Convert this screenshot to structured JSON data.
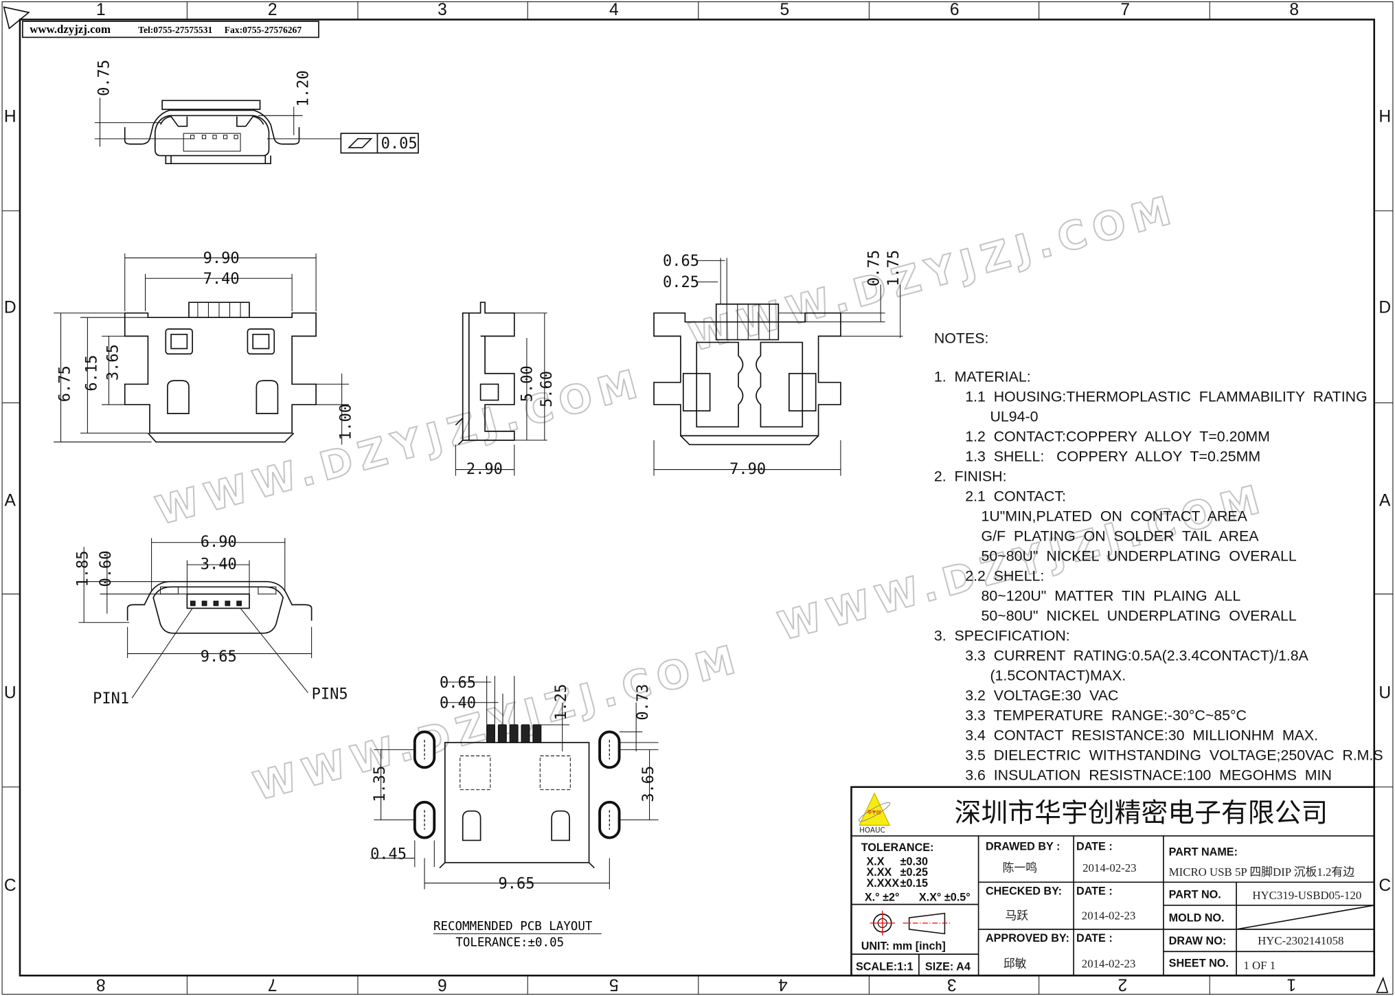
{
  "header": {
    "website": "www.dzyjzj.com",
    "tel": "Tel:0755-27575531",
    "fax": "Fax:0755-27576267"
  },
  "ruler": {
    "top": [
      "1",
      "2",
      "3",
      "4",
      "5",
      "6",
      "7",
      "8"
    ],
    "bottom": [
      "8",
      "7",
      "6",
      "5",
      "4",
      "3",
      "2",
      "1"
    ],
    "rows": [
      "H",
      "D",
      "A",
      "U",
      "C"
    ]
  },
  "watermark": "WWW.DZYJZJ.COM",
  "views": {
    "front_top": {
      "d1": "0.75",
      "d2": "1.20",
      "flatness": "0.05"
    },
    "top": {
      "w1": "9.90",
      "w2": "7.40",
      "h1": "6.75",
      "h2": "6.15",
      "h3": "3.65",
      "h4": "1.00"
    },
    "side": {
      "h1": "5.00",
      "h2": "5.60",
      "w": "2.90"
    },
    "bottom": {
      "d1": "0.65",
      "d2": "0.25",
      "d3": "0.75",
      "d4": "1.75",
      "w": "7.90"
    },
    "front": {
      "w1": "6.90",
      "w2": "3.40",
      "h1": "1.85",
      "h2": "0.60",
      "w3": "9.65",
      "pin1": "PIN1",
      "pin5": "PIN5"
    },
    "pcb": {
      "d1": "0.65",
      "d2": "0.40",
      "d3": "1.25",
      "d4": "0.73",
      "d5": "1.35",
      "d6": "3.65",
      "d7": "0.45",
      "w": "9.65",
      "title": "RECOMMENDED PCB LAYOUT",
      "tolerance": "TOLERANCE:±0.05"
    }
  },
  "notes": {
    "title": "NOTES:",
    "lines": [
      "1.  MATERIAL:",
      "1.1  HOUSING:THERMOPLASTIC  FLAMMABILITY  RATING",
      "UL94-0",
      "1.2  CONTACT:COPPERY  ALLOY  T=0.20MM",
      "1.3  SHELL:   COPPERY  ALLOY  T=0.25MM",
      "2.  FINISH:",
      "2.1  CONTACT:",
      "1U\"MIN,PLATED  ON  CONTACT  AREA",
      "G/F  PLATING  ON  SOLDER  TAIL  AREA",
      "50~80U\"  NICKEL  UNDERPLATING  OVERALL",
      "2.2  SHELL:",
      "80~120U\"  MATTER  TIN  PLAING  ALL",
      "50~80U\"  NICKEL  UNDERPLATING  OVERALL",
      "3.  SPECIFICATION:",
      "3.3  CURRENT  RATING:0.5A(2.3.4CONTACT)/1.8A",
      "(1.5CONTACT)MAX.",
      "3.2  VOLTAGE:30  VAC",
      "3.3  TEMPERATURE  RANGE:-30°C~85°C",
      "3.4  CONTACT  RESISTANCE:30  MILLIONHM  MAX.",
      "3.5  DIELECTRIC  WITHSTANDING  VOLTAGE;250VAC  R.M.S",
      "3.6  INSULATION  RESISTNACE:100  MEGOHMS  MIN"
    ]
  },
  "title_block": {
    "company": "深圳市华宇创精密电子有限公司",
    "logo_text": "HOAUC",
    "logo_cn": "华宇创",
    "tolerance_label": "TOLERANCE:",
    "tol_rows": [
      [
        "X.X",
        "±0.30"
      ],
      [
        "X.XX",
        "±0.25"
      ],
      [
        "X.XXX",
        "±0.15"
      ]
    ],
    "angle_tol": [
      "X.°  ±2°",
      "X.X°  ±0.5°"
    ],
    "unit": "UNIT:  mm  [inch]",
    "scale": "SCALE:1:1",
    "size": "SIZE:  A4",
    "drawed_by_label": "DRAWED  BY :",
    "drawed_by": "陈一鸣",
    "checked_by_label": "CHECKED  BY:",
    "checked_by": "马跃",
    "approved_by_label": "APPROVED  BY:",
    "approved_by": "邱敏",
    "date_label": "DATE  :",
    "dates": [
      "2014-02-23",
      "2014-02-23",
      "2014-02-23"
    ],
    "part_name_label": "PART  NAME:",
    "part_name": "MICRO USB 5P 四脚DIP 沉板1.2有边",
    "part_no_label": "PART  NO.",
    "part_no": "HYC319-USBD05-120",
    "mold_no_label": "MOLD  NO.",
    "draw_no_label": "DRAW  NO:",
    "draw_no": "HYC-2302141058",
    "sheet_no_label": "SHEET  NO.",
    "sheet_no": "1  OF  1"
  }
}
